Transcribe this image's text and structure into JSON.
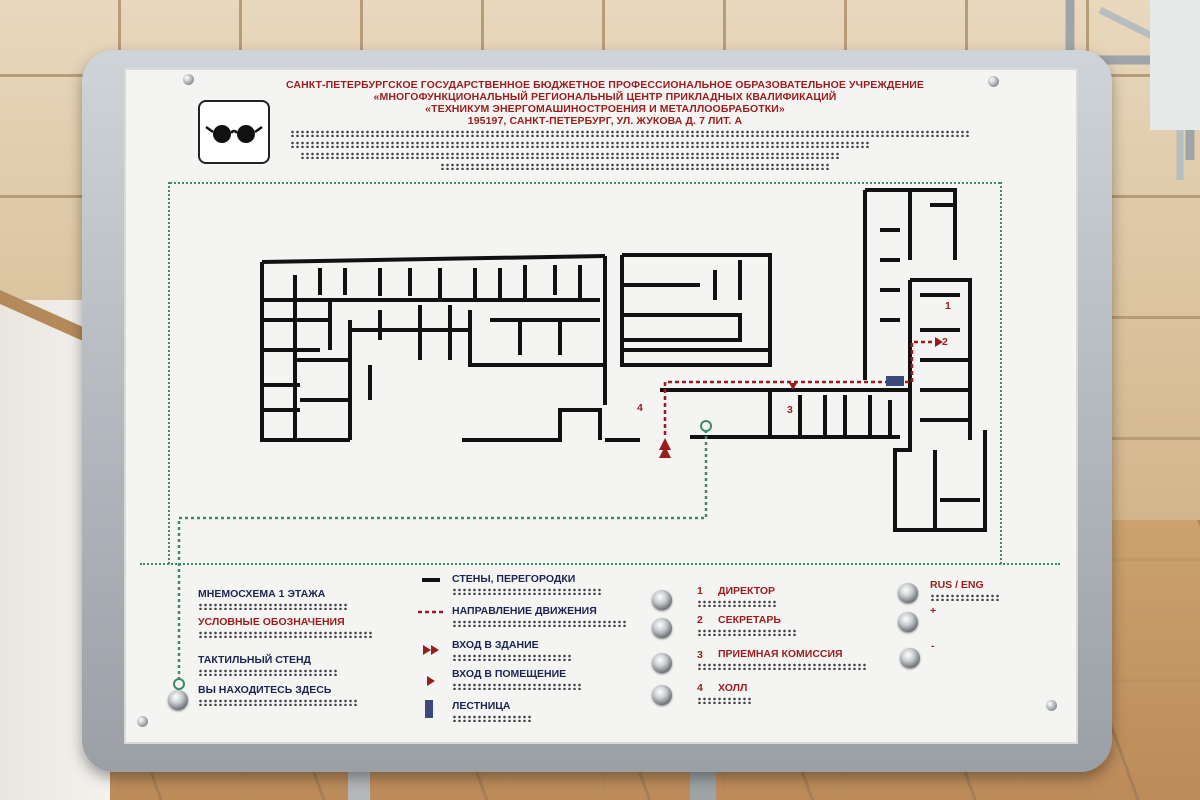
{
  "header": {
    "line1": "САНКТ-ПЕТЕРБУРГСКОЕ ГОСУДАРСТВЕННОЕ БЮДЖЕТНОЕ ПРОФЕССИОНАЛЬНОЕ ОБРАЗОВАТЕЛЬНОЕ УЧРЕЖДЕНИЕ",
    "line2": "«МНОГОФУНКЦИОНАЛЬНЫЙ РЕГИОНАЛЬНЫЙ ЦЕНТР ПРИКЛАДНЫХ КВАЛИФИКАЦИЙ",
    "line3": "«ТЕХНИКУМ ЭНЕРГОМАШИНОСТРОЕНИЯ И МЕТАЛЛООБРАБОТКИ»",
    "line4": "195197, САНКТ-ПЕТЕРБУРГ, УЛ. ЖУКОВА Д. 7 ЛИТ. А"
  },
  "icon": "glasses-icon",
  "plan_labels": {
    "room1": "1",
    "room2": "2",
    "room3": "3",
    "room4": "4"
  },
  "legend_left": {
    "scheme": "МНЕМОСХЕМА 1 ЭТАЖА",
    "symbols": "УСЛОВНЫЕ ОБОЗНАЧЕНИЯ",
    "stand": "ТАКТИЛЬНЫЙ СТЕНД",
    "here": "ВЫ НАХОДИТЕСЬ ЗДЕСЬ"
  },
  "legend_mid": {
    "walls": "СТЕНЫ, ПЕРЕГОРОДКИ",
    "direction": "НАПРАВЛЕНИЕ ДВИЖЕНИЯ",
    "entrance_building": "ВХОД В ЗДАНИЕ",
    "entrance_room": "ВХОД В ПОМЕЩЕНИЕ",
    "stairs": "ЛЕСТНИЦА"
  },
  "rooms": [
    {
      "num": "1",
      "name": "ДИРЕКТОР"
    },
    {
      "num": "2",
      "name": "СЕКРЕТАРЬ"
    },
    {
      "num": "3",
      "name": "ПРИЕМНАЯ КОМИССИЯ"
    },
    {
      "num": "4",
      "name": "ХОЛЛ"
    }
  ],
  "controls": {
    "lang": "RUS / ENG",
    "plus": "+",
    "minus": "-"
  },
  "colors": {
    "accent_red": "#9b1c1c",
    "navy": "#1c2450",
    "path_green": "#3a8a6e"
  }
}
